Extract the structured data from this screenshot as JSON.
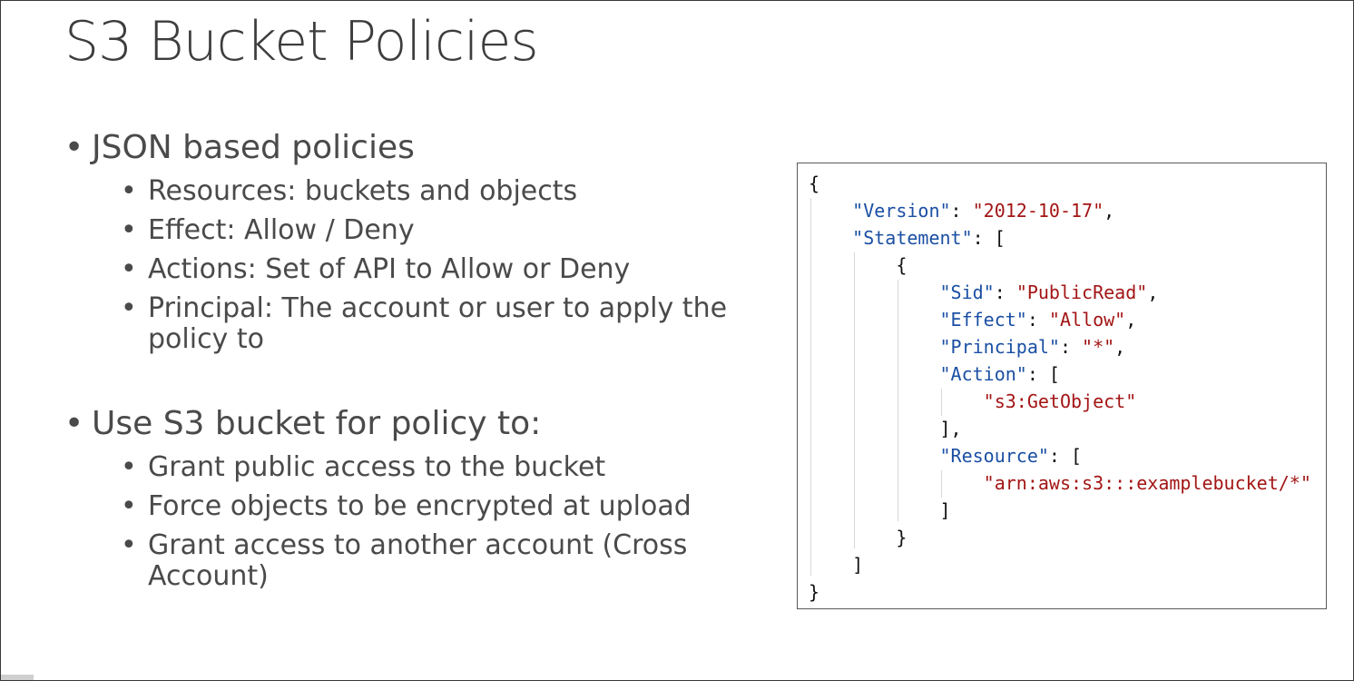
{
  "title": "S3 Bucket Policies",
  "bullets": {
    "group1": {
      "heading": "JSON based policies",
      "items": [
        "Resources: buckets and objects",
        "Effect: Allow / Deny",
        "Actions: Set of API to Allow or Deny",
        "Principal: The account or user to apply the policy to"
      ]
    },
    "group2": {
      "heading": "Use S3 bucket for policy to:",
      "items": [
        "Grant public access to the bucket",
        "Force objects to be encrypted at upload",
        "Grant access to another account (Cross Account)"
      ]
    }
  },
  "code": {
    "open_brace": "{",
    "version_key": "\"Version\"",
    "version_val": "\"2012-10-17\"",
    "statement_key": "\"Statement\"",
    "stmt_open": "{",
    "sid_key": "\"Sid\"",
    "sid_val": "\"PublicRead\"",
    "effect_key": "\"Effect\"",
    "effect_val": "\"Allow\"",
    "principal_key": "\"Principal\"",
    "principal_val": "\"*\"",
    "action_key": "\"Action\"",
    "action_val": "\"s3:GetObject\"",
    "action_close": "],",
    "resource_key": "\"Resource\"",
    "resource_val": "\"arn:aws:s3:::examplebucket/*\"",
    "resource_close": "]",
    "stmt_close": "}",
    "statement_close": "]",
    "close_brace": "}"
  }
}
